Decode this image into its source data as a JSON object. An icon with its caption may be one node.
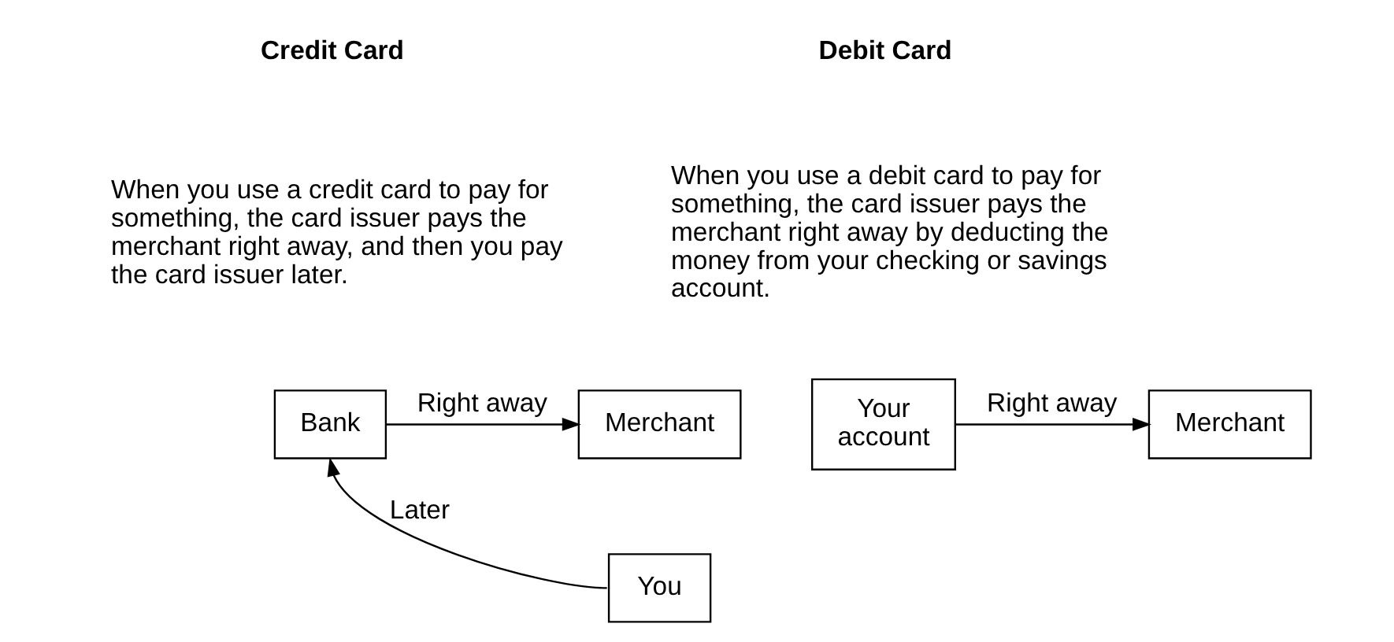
{
  "diagram": {
    "nodes": [
      {
        "text": [
          "Bank"
        ]
      },
      {
        "text": [
          "Merchant"
        ]
      },
      {
        "text": [
          "You"
        ]
      },
      {
        "text": [
          "Your account"
        ]
      },
      {
        "text": [
          "Merchant"
        ]
      }
    ],
    "edges": [
      {
        "from": 0,
        "to": 1,
        "arrow": "to",
        "label": "Right away"
      },
      {
        "from": 2,
        "to": 0,
        "arrow": "to",
        "label": "Later"
      },
      {
        "from": 3,
        "to": 4,
        "arrow": "to",
        "label": "Right away"
      }
    ],
    "labels": [
      "Credit Card",
      "Debit Card",
      "When you use a credit card to pay for something, the card issuer pays the merchant right away, and then you pay the card issuer later.",
      "When you use a debit card to pay for something, the card issuer pays the merchant right away by deducting the money from your checking or savings account."
    ]
  }
}
